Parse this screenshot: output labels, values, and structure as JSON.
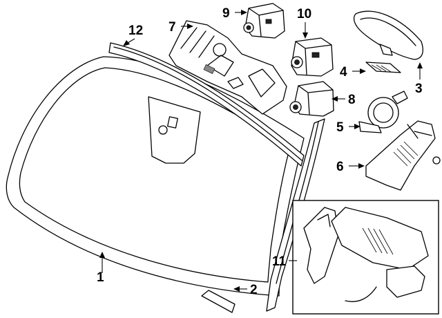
{
  "callouts": {
    "c1": "1",
    "c2": "2",
    "c3": "3",
    "c4": "4",
    "c5": "5",
    "c6": "6",
    "c7": "7",
    "c8": "8",
    "c9": "9",
    "c10": "10",
    "c11": "11",
    "c12": "12"
  },
  "colors": {
    "background": "#ffffff",
    "line": "#000000",
    "shade": "#888888"
  }
}
